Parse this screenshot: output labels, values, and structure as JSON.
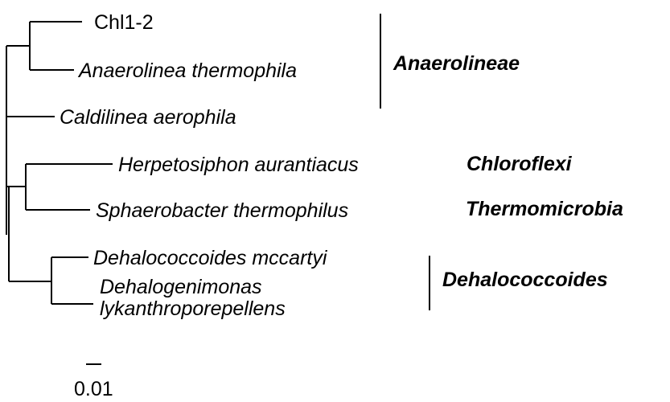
{
  "tree": {
    "taxa": [
      {
        "id": "chl12",
        "label": "Chl1-2",
        "italic": false
      },
      {
        "id": "anaerolinea",
        "label": "Anaerolinea thermophila",
        "italic": true
      },
      {
        "id": "caldilinea",
        "label": "Caldilinea aerophila",
        "italic": true
      },
      {
        "id": "herpetosiphon",
        "label": "Herpetosiphon aurantiacus",
        "italic": true
      },
      {
        "id": "sphaerobacter",
        "label": "Sphaerobacter thermophilus",
        "italic": true
      },
      {
        "id": "dehalococcoides",
        "label": "Dehalococcoides mccartyi",
        "italic": true
      },
      {
        "id": "dehalogenimonas_1",
        "label": "Dehalogenimonas",
        "italic": true
      },
      {
        "id": "dehalogenimonas_2",
        "label": "lykanthroporepellens",
        "italic": true
      }
    ],
    "groups": [
      {
        "id": "anaerolineae",
        "label": "Anaerolineae"
      },
      {
        "id": "chloroflexi",
        "label": "Chloroflexi"
      },
      {
        "id": "thermomicrobia",
        "label": "Thermomicrobia"
      },
      {
        "id": "dehalococcoides_group",
        "label": "Dehalococcoides"
      }
    ],
    "scale_bar": {
      "label": "0.01",
      "value": 0.01
    }
  }
}
